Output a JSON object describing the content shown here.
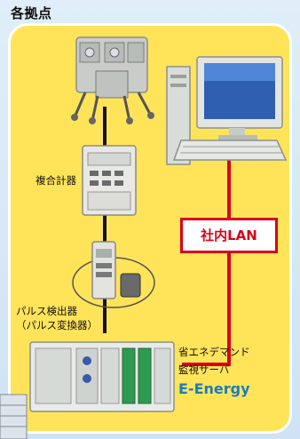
{
  "header": {
    "title": "各拠点"
  },
  "devices": {
    "meter_label": "複合計器",
    "pulse_label_line1": "パルス検出器",
    "pulse_label_line2": "（パルス変換器）"
  },
  "network": {
    "lan_label": "社内LAN"
  },
  "server": {
    "desc_line1": "省エネデマンド",
    "desc_line2": "監視サーバ",
    "brand": "E-Energy"
  },
  "colors": {
    "panel": "#ffe45a",
    "lan_line": "#d9001b",
    "brand": "#1a7dbf",
    "device_line": "#111111"
  }
}
